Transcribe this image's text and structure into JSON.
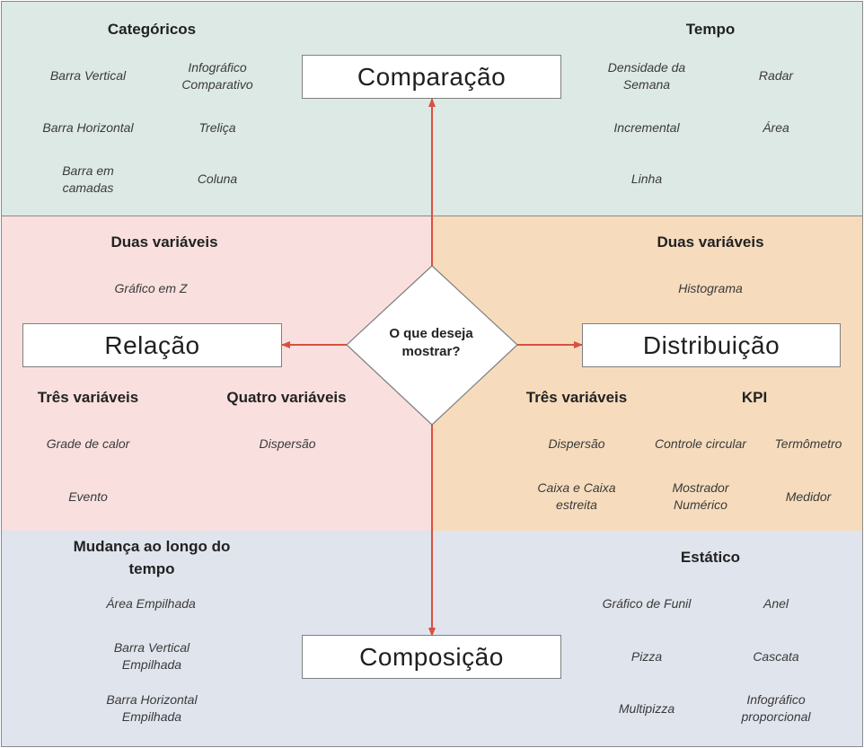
{
  "center": {
    "question": "O que deseja mostrar?"
  },
  "comparacao": {
    "title": "Comparação",
    "categoricos": {
      "heading": "Categóricos",
      "items": [
        "Barra Vertical",
        "Infográfico Comparativo",
        "Barra Horizontal",
        "Treliça",
        "Barra em camadas",
        "Coluna"
      ]
    },
    "tempo": {
      "heading": "Tempo",
      "items": [
        "Densidade da Semana",
        "Radar",
        "Incremental",
        "Área",
        "Linha"
      ]
    }
  },
  "relacao": {
    "title": "Relação",
    "duas": {
      "heading": "Duas variáveis",
      "items": [
        "Gráfico em Z"
      ]
    },
    "tres": {
      "heading": "Três variáveis",
      "items": [
        "Grade de calor",
        "Evento"
      ]
    },
    "quatro": {
      "heading": "Quatro variáveis",
      "items": [
        "Dispersão"
      ]
    }
  },
  "distribuicao": {
    "title": "Distribuição",
    "duas": {
      "heading": "Duas variáveis",
      "items": [
        "Histograma"
      ]
    },
    "tres": {
      "heading": "Três variáveis",
      "items": [
        "Dispersão",
        "Caixa e Caixa estreita"
      ]
    },
    "kpi": {
      "heading": "KPI",
      "items": [
        "Controle circular",
        "Termômetro",
        "Mostrador Numérico",
        "Medidor"
      ]
    }
  },
  "composicao": {
    "title": "Composição",
    "mudanca": {
      "heading": "Mudança ao longo do tempo",
      "items": [
        "Área Empilhada",
        "Barra Vertical Empilhada",
        "Barra Horizontal Empilhada"
      ]
    },
    "estatico": {
      "heading": "Estático",
      "items": [
        "Gráfico de Funil",
        "Anel",
        "Pizza",
        "Cascata",
        "Multipizza",
        "Infográfico proporcional"
      ]
    }
  },
  "colors": {
    "arrow": "#d9503f",
    "comparacao_bg": "#dde9e4",
    "relacao_bg": "#f9e0de",
    "distribuicao_bg": "#f6dcbd",
    "composicao_bg": "#e0e4ed"
  }
}
